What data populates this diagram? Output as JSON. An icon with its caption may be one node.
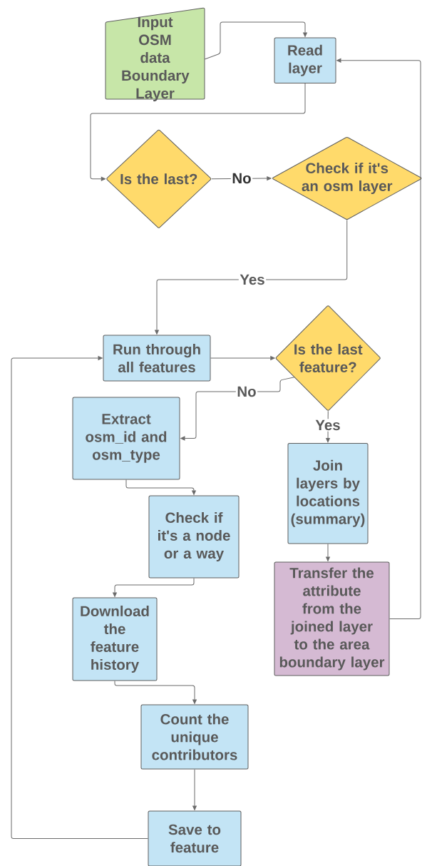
{
  "diagram": {
    "nodes": [
      {
        "text": [
          "Input OSM data Boundary Layer"
        ]
      },
      {
        "text": [
          "Read layer"
        ]
      },
      {
        "text": [
          "Is the last?"
        ]
      },
      {
        "text": [
          "Check if it's an osm layer"
        ]
      },
      {
        "text": [
          "Run through all features"
        ]
      },
      {
        "text": [
          "Is the last feature?"
        ]
      },
      {
        "text": [
          "Extract osm_id and osm_type"
        ]
      },
      {
        "text": [
          "Join layers by locations (summary)"
        ]
      },
      {
        "text": [
          "Check if it's a node or a way"
        ]
      },
      {
        "text": [
          "Transfer the attribute from the joined layer to the area boundary layer"
        ]
      },
      {
        "text": [
          "Download the feature history"
        ]
      },
      {
        "text": [
          "Count the unique contributors"
        ]
      },
      {
        "text": [
          "Save to feature"
        ]
      }
    ],
    "edges": [
      {
        "from": 0,
        "to": 1,
        "arrow": "to"
      },
      {
        "from": 1,
        "to": 2,
        "arrow": "to"
      },
      {
        "from": 2,
        "to": 3,
        "arrow": "to",
        "label": "No"
      },
      {
        "from": 3,
        "to": 4,
        "arrow": "to",
        "label": "Yes"
      },
      {
        "from": 4,
        "to": 5,
        "arrow": "to"
      },
      {
        "from": 5,
        "to": 6,
        "arrow": "to",
        "label": "No"
      },
      {
        "from": 5,
        "to": 7,
        "arrow": "to",
        "label": "Yes"
      },
      {
        "from": 6,
        "to": 8,
        "arrow": "to"
      },
      {
        "from": 7,
        "to": 9,
        "arrow": "to"
      },
      {
        "from": 9,
        "to": 1,
        "arrow": "to"
      },
      {
        "from": 8,
        "to": 10,
        "arrow": "to"
      },
      {
        "from": 10,
        "to": 11,
        "arrow": "to"
      },
      {
        "from": 11,
        "to": 12,
        "arrow": "to"
      },
      {
        "from": 12,
        "to": 4,
        "arrow": "to"
      }
    ]
  }
}
